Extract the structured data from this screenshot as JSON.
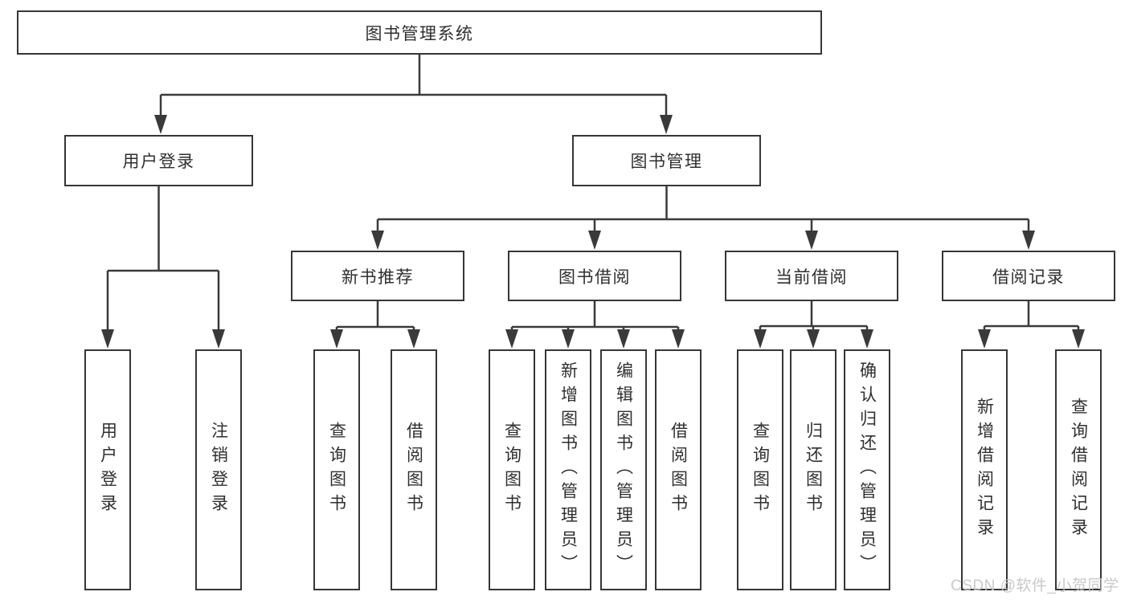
{
  "diagram": {
    "title": "图书管理系统",
    "branches": [
      {
        "label": "用户登录",
        "children": [
          {
            "label": "用户登录"
          },
          {
            "label": "注销登录"
          }
        ]
      },
      {
        "label": "图书管理",
        "children": [
          {
            "label": "新书推荐",
            "children": [
              {
                "label": "查询图书"
              },
              {
                "label": "借阅图书"
              }
            ]
          },
          {
            "label": "图书借阅",
            "children": [
              {
                "label": "查询图书"
              },
              {
                "label": "新增图书（管理员）"
              },
              {
                "label": "编辑图书（管理员）"
              },
              {
                "label": "借阅图书"
              }
            ]
          },
          {
            "label": "当前借阅",
            "children": [
              {
                "label": "查询图书"
              },
              {
                "label": "归还图书"
              },
              {
                "label": "确认归还（管理员）"
              }
            ]
          },
          {
            "label": "借阅记录",
            "children": [
              {
                "label": "新增借阅记录"
              },
              {
                "label": "查询借阅记录"
              }
            ]
          }
        ]
      }
    ]
  },
  "watermark": {
    "text": "CSDN @软件_小贺同学",
    "color": "#c4c4c4"
  },
  "colors": {
    "line": "#3a3a3a",
    "border": "#363636",
    "text": "#2f2f2f",
    "background": "#ffffff"
  }
}
